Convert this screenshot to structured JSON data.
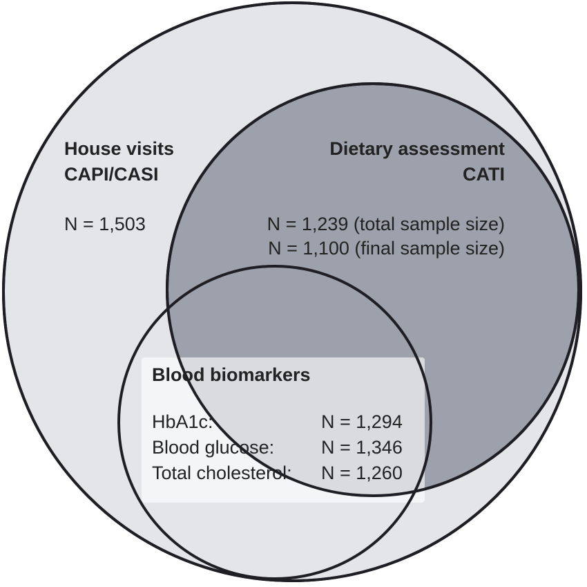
{
  "colors": {
    "outer_fill": "#e3e5e9",
    "dietary_fill": "#9da1ab",
    "blood_fill": "#e3e5e9",
    "box_fill": "#ffffff",
    "stroke": "#1e1e24",
    "text": "#222222"
  },
  "house_visits": {
    "title_line1": "House visits",
    "title_line2": "CAPI/CASI",
    "count": "N = 1,503"
  },
  "dietary_assessment": {
    "title_line1": "Dietary assessment",
    "title_line2": "CATI",
    "count_total": "N = 1,239 (total sample size)",
    "count_final": "N = 1,100 (final sample size)"
  },
  "blood_biomarkers": {
    "title": "Blood biomarkers",
    "rows": [
      {
        "label": "HbA1c:",
        "value": "N = 1,294"
      },
      {
        "label": "Blood glucose:",
        "value": "N = 1,346"
      },
      {
        "label": "Total cholesterol:",
        "value": "N = 1,260"
      }
    ]
  }
}
